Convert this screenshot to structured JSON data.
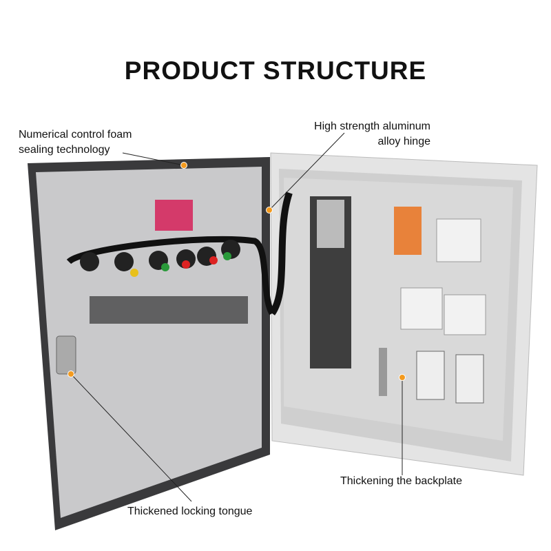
{
  "title": "PRODUCT STRUCTURE",
  "callouts": [
    {
      "line1": "Numerical control foam",
      "line2": "sealing technology"
    },
    {
      "line1": "High strength aluminum",
      "line2": "alloy hinge"
    },
    {
      "line1": "Thickening the backplate"
    },
    {
      "line1": "Thickened locking tongue"
    }
  ],
  "colors": {
    "dot": "#f39a1e",
    "door": "#c9c9cb",
    "frame": "#3a3a3c",
    "cabinet": "#dcdcdc"
  }
}
